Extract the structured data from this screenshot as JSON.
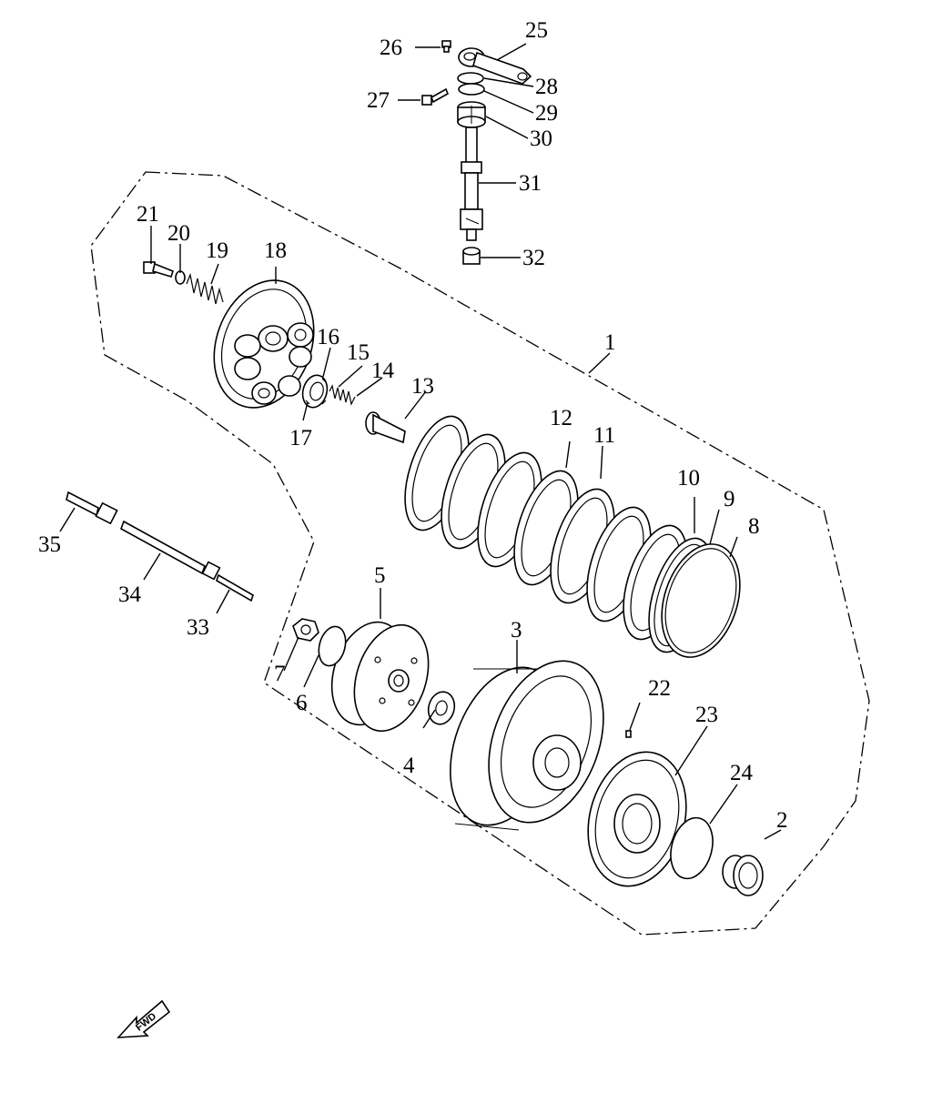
{
  "diagram": {
    "fwd_label": "FWD",
    "callouts": [
      {
        "id": "c1",
        "text": "1"
      },
      {
        "id": "c2",
        "text": "2"
      },
      {
        "id": "c3",
        "text": "3"
      },
      {
        "id": "c4",
        "text": "4"
      },
      {
        "id": "c5",
        "text": "5"
      },
      {
        "id": "c6",
        "text": "6"
      },
      {
        "id": "c7",
        "text": "7"
      },
      {
        "id": "c8",
        "text": "8"
      },
      {
        "id": "c9",
        "text": "9"
      },
      {
        "id": "c10",
        "text": "10"
      },
      {
        "id": "c11",
        "text": "11"
      },
      {
        "id": "c12",
        "text": "12"
      },
      {
        "id": "c13",
        "text": "13"
      },
      {
        "id": "c14",
        "text": "14"
      },
      {
        "id": "c15",
        "text": "15"
      },
      {
        "id": "c16",
        "text": "16"
      },
      {
        "id": "c17",
        "text": "17"
      },
      {
        "id": "c18",
        "text": "18"
      },
      {
        "id": "c19",
        "text": "19"
      },
      {
        "id": "c20",
        "text": "20"
      },
      {
        "id": "c21",
        "text": "21"
      },
      {
        "id": "c22",
        "text": "22"
      },
      {
        "id": "c23",
        "text": "23"
      },
      {
        "id": "c24",
        "text": "24"
      },
      {
        "id": "c25",
        "text": "25"
      },
      {
        "id": "c26",
        "text": "26"
      },
      {
        "id": "c27",
        "text": "27"
      },
      {
        "id": "c28",
        "text": "28"
      },
      {
        "id": "c29",
        "text": "29"
      },
      {
        "id": "c30",
        "text": "30"
      },
      {
        "id": "c31",
        "text": "31"
      },
      {
        "id": "c32",
        "text": "32"
      },
      {
        "id": "c33",
        "text": "33"
      },
      {
        "id": "c34",
        "text": "34"
      },
      {
        "id": "c35",
        "text": "35"
      }
    ]
  }
}
